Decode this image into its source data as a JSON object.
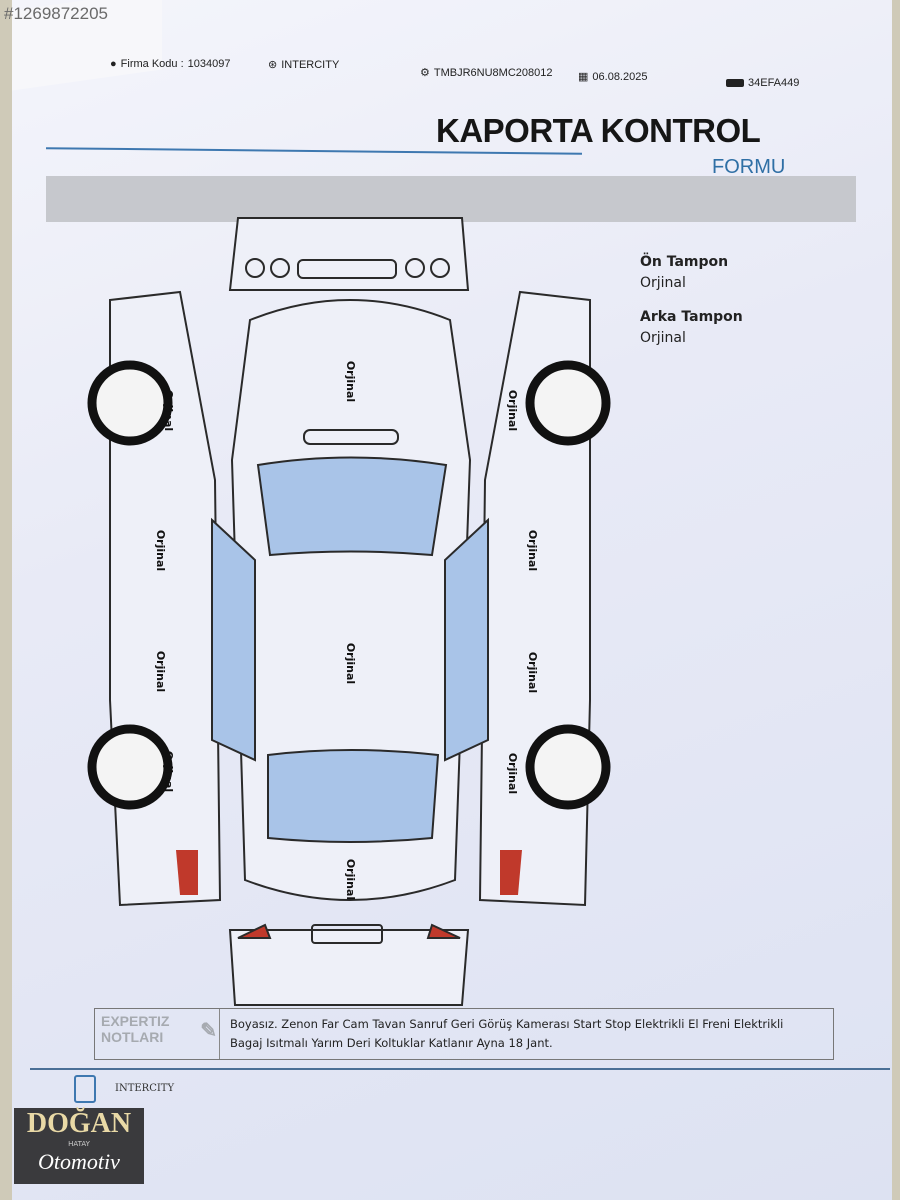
{
  "listing_id": "#1269872205",
  "header": {
    "firma_kodu_label": "Firma Kodu :",
    "firma_kodu": "1034097",
    "company": "INTERCITY",
    "vin": "TMBJR6NU8MC208012",
    "date": "06.08.2025",
    "plate": "34EFA449",
    "title": "KAPORTA KONTROL",
    "subtitle": "FORMU"
  },
  "bumpers": [
    {
      "name": "Ön Tampon",
      "status": "Orjinal"
    },
    {
      "name": "Arka Tampon",
      "status": "Orjinal"
    }
  ],
  "diagram_labels": [
    "Orjinal",
    "Orjinal",
    "Orjinal",
    "Orjinal",
    "Orjinal",
    "Orjinal",
    "Orjinal",
    "Orjinal",
    "Orjinal",
    "Orjinal",
    "Orjinal"
  ],
  "notes": {
    "label_line1": "EXPERTIZ",
    "label_line2": "NOTLARI",
    "text_line1": "Boyasız. Zenon Far Cam Tavan Sanruf Geri Görüş Kamerası Start Stop Elektrikli El Freni Elektrikli",
    "text_line2": "Bagaj Isıtmalı Yarım Deri Koltuklar Katlanır Ayna 18 Jant."
  },
  "footer": {
    "company": "INTERCITY"
  },
  "logo": {
    "line1": "DOĞAN",
    "line2": "Otomotiv",
    "line3": "HATAY"
  },
  "colors": {
    "accent": "#2f6fa5",
    "glass": "#a9c4e8"
  }
}
